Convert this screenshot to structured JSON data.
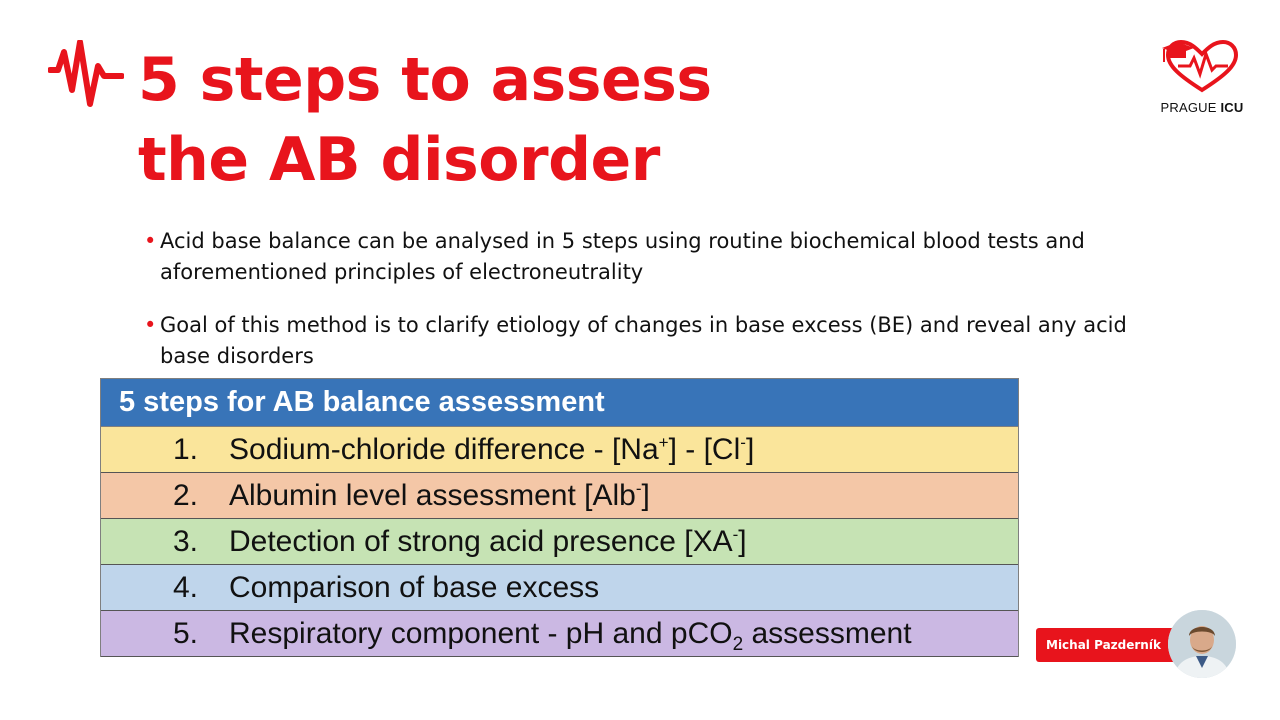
{
  "title": {
    "line1": "5 steps to assess",
    "line2": "the AB disorder",
    "icon": "heartbeat-icon",
    "color": "#e8141c"
  },
  "logo": {
    "icon": "heart-graduation-cap-icon",
    "name_regular": "PRAGUE ",
    "name_bold": "ICU"
  },
  "bullets": [
    "Acid base balance can be analysed in 5 steps using routine biochemical blood tests and aforementioned principles of electroneutrality",
    "Goal of this method is to clarify etiology of changes in base excess (BE) and reveal any acid base disorders"
  ],
  "table": {
    "header": "5 steps for AB balance assessment",
    "header_color": "#3874b8",
    "rows": [
      {
        "num": "1.",
        "text": "Sodium-chloride difference - [Na",
        "sup1": "+",
        "mid": "] - [Cl",
        "sup2": "-",
        "end": "]",
        "color": "#fae59b"
      },
      {
        "num": "2.",
        "text": "Albumin level assessment [Alb",
        "sup1": "-",
        "end": "]",
        "color": "#f4c7a7"
      },
      {
        "num": "3.",
        "text": "Detection of strong acid presence [XA",
        "sup1": "-",
        "end": "]",
        "color": "#c6e3b4"
      },
      {
        "num": "4.",
        "text": "Comparison of base excess",
        "color": "#bfd5eb"
      },
      {
        "num": "5.",
        "text": "Respiratory component - pH and pCO",
        "sub1": "2",
        "end": " assessment",
        "color": "#cbb8e3"
      }
    ]
  },
  "presenter": {
    "name": "Michal Pazderník",
    "avatar_icon": "presenter-avatar"
  }
}
